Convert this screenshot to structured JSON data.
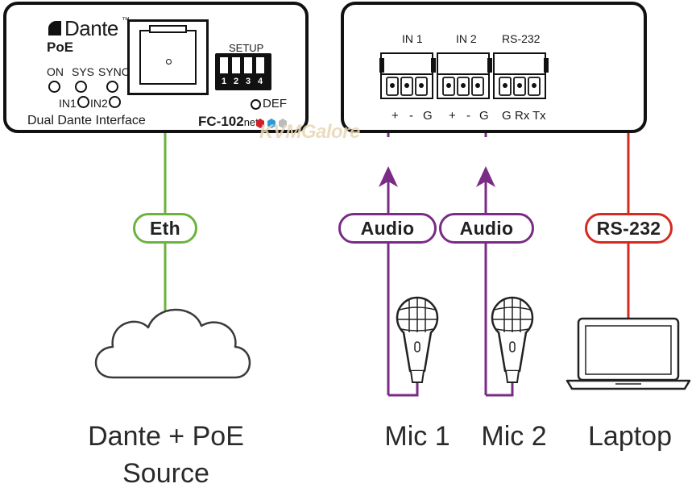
{
  "device1": {
    "brand": "Dante",
    "trademark": "™",
    "poe": "PoE",
    "leds": {
      "on": "ON",
      "sys": "SYS",
      "sync": "SYNC",
      "in1": "IN1",
      "in2": "IN2"
    },
    "setup_label": "SETUP",
    "dip_numbers": [
      "1",
      "2",
      "3",
      "4"
    ],
    "def_label": "DEF",
    "subtitle": "Dual Dante Interface",
    "model": "FC-102",
    "model_suffix": "net"
  },
  "device2": {
    "ports": {
      "in1": "IN 1",
      "in2": "IN 2",
      "rs232": "RS-232"
    },
    "pins_in1": [
      "+",
      "-",
      "G"
    ],
    "pins_in2": [
      "+",
      "-",
      "G"
    ],
    "pins_rs232": [
      "G",
      "Rx",
      "Tx"
    ]
  },
  "watermark": "KVMGalore",
  "connections": {
    "eth": {
      "label": "Eth",
      "color": "#6bb33d"
    },
    "audio1": {
      "label": "Audio",
      "color": "#7a2b85"
    },
    "audio2": {
      "label": "Audio",
      "color": "#7a2b85"
    },
    "rs232": {
      "label": "RS-232",
      "color": "#d42a20"
    }
  },
  "endpoints": {
    "source_line1": "Dante + PoE",
    "source_line2": "Source",
    "mic1": "Mic 1",
    "mic2": "Mic 2",
    "laptop": "Laptop"
  },
  "icons": [
    "dante-logo-icon",
    "rj45-port-icon",
    "dip-switch-icon",
    "cloud-icon",
    "microphone-icon",
    "laptop-icon",
    "terminal-block-icon"
  ]
}
